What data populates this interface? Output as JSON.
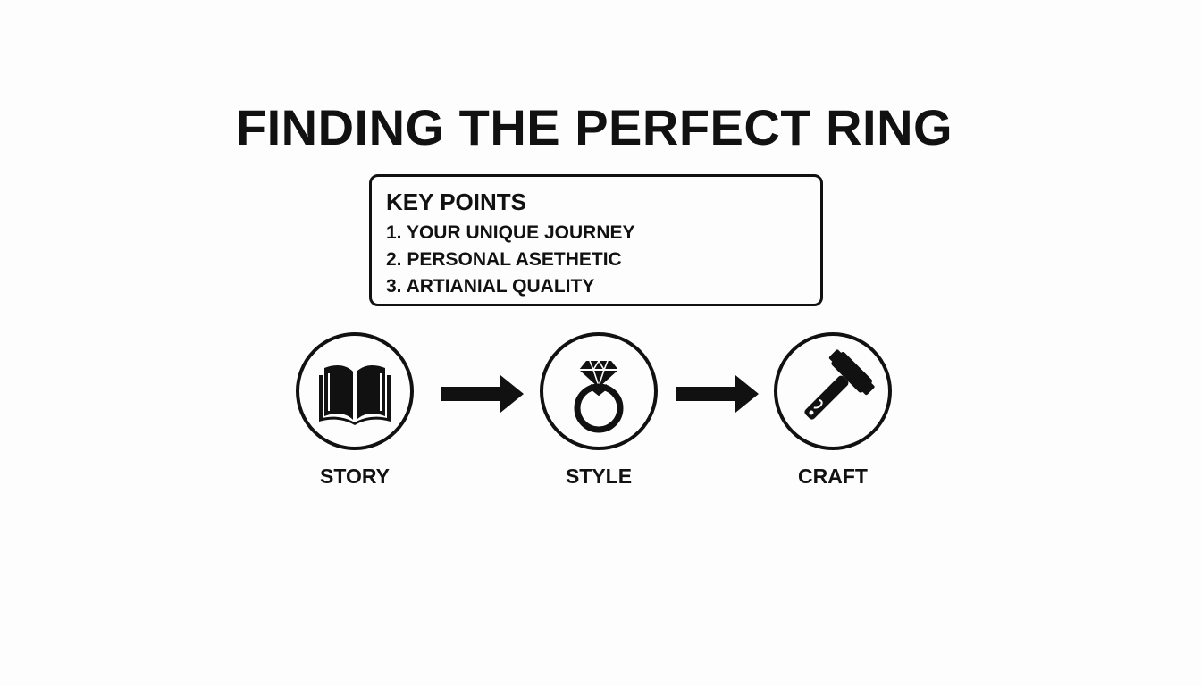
{
  "title": "FINDING THE PERFECT RING",
  "key_points": {
    "heading": "KEY POINTS",
    "items": [
      "1. YOUR UNIQUE JOURNEY",
      "2. PERSONAL ASETHETIC",
      "3. ARTIANIAL QUALITY"
    ]
  },
  "steps": [
    {
      "label": "STORY",
      "icon": "open-book-icon"
    },
    {
      "label": "STYLE",
      "icon": "diamond-ring-icon"
    },
    {
      "label": "CRAFT",
      "icon": "hammer-icon"
    }
  ],
  "colors": {
    "ink": "#111111",
    "background": "#fdfdfd"
  }
}
